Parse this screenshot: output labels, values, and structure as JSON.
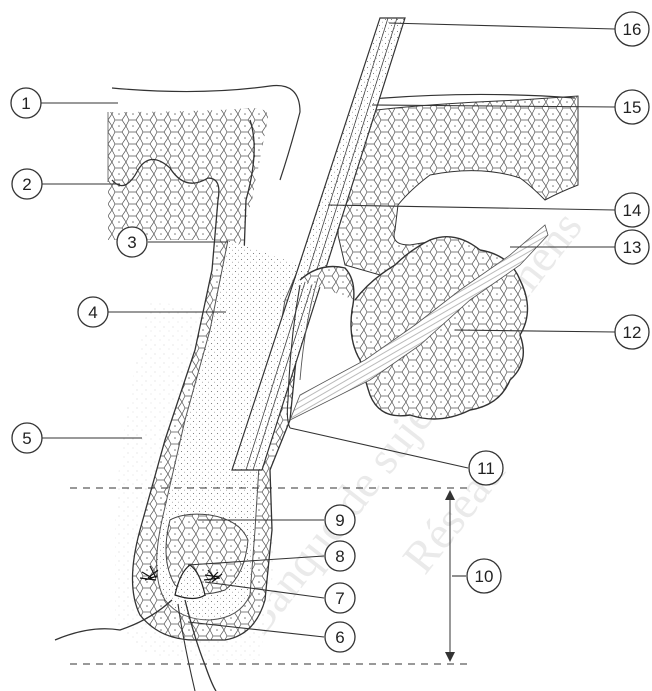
{
  "figure": {
    "watermark_lines": [
      "Banque de sujets d'Examens",
      "Réseau"
    ],
    "labels": [
      "1",
      "2",
      "3",
      "4",
      "5",
      "6",
      "7",
      "8",
      "9",
      "10",
      "11",
      "12",
      "13",
      "14",
      "15",
      "16"
    ]
  }
}
